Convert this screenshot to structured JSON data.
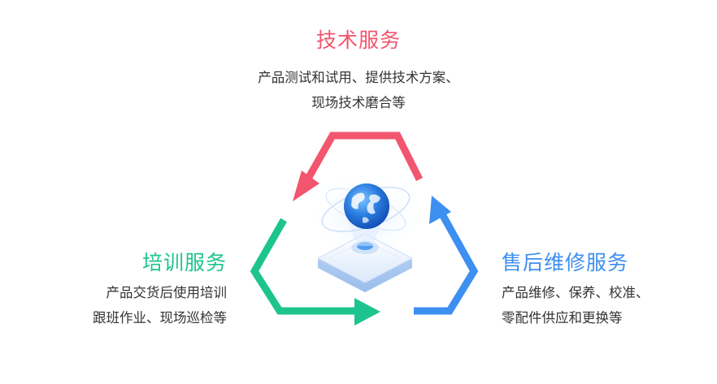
{
  "colors": {
    "technical": "#f2566e",
    "training": "#1ec48e",
    "after_sales": "#3d8ff0"
  },
  "nodes": {
    "technical": {
      "title": "技术服务",
      "lines": [
        "产品测试和试用、提供技术方案、",
        "现场技术磨合等"
      ]
    },
    "training": {
      "title": "培训服务",
      "lines": [
        "产品交货后使用培训",
        "跟班作业、现场巡检等"
      ]
    },
    "after_sales": {
      "title": "售后维修服务",
      "lines": [
        "产品维修、保养、校准、",
        "零配件供应和更换等"
      ]
    }
  },
  "center_graphic": "globe-on-platform-icon"
}
